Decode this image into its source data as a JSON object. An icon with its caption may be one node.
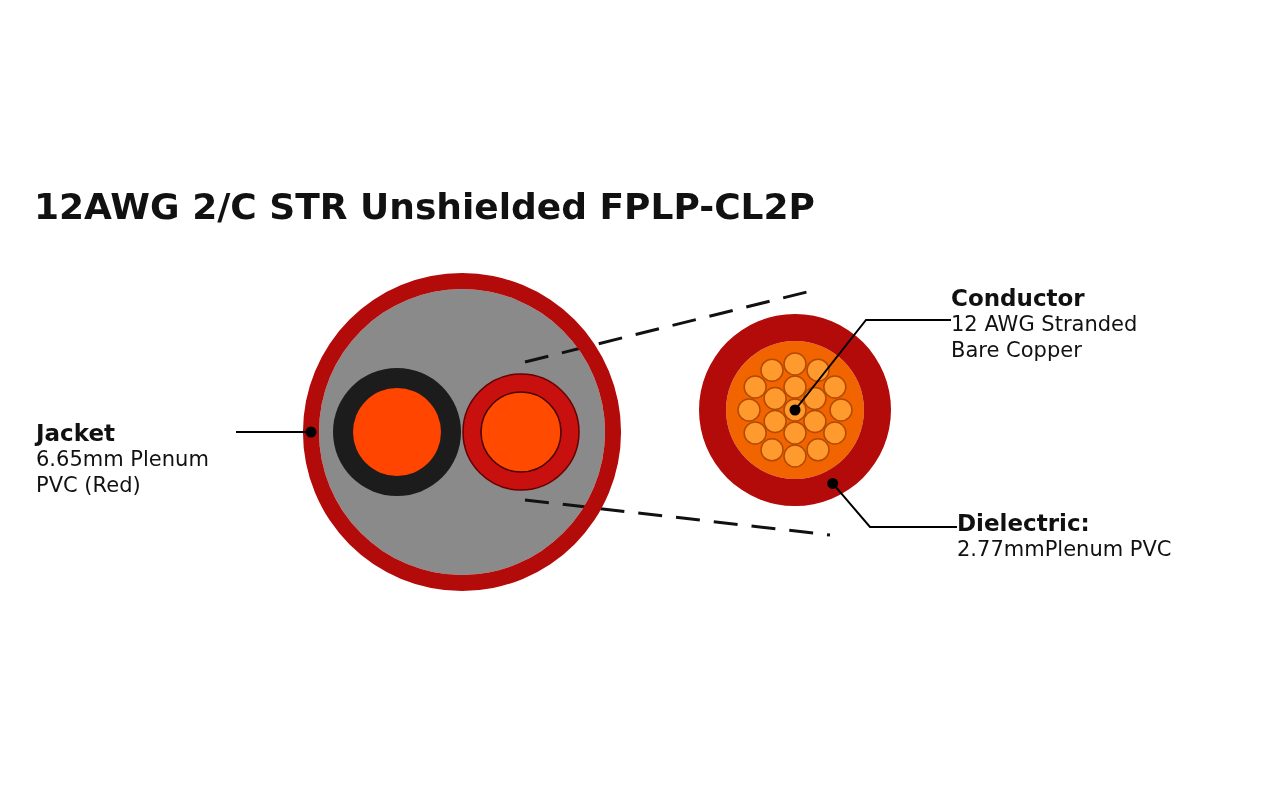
{
  "diagram": {
    "title": "12AWG 2/C STR Unshielded FPLP-CL2P",
    "nodes": [
      {
        "text": [
          "Jacket",
          "6.65mm Plenum PVC (Red)"
        ]
      },
      {
        "text": [],
        "shape": "circle"
      },
      {
        "text": [
          "Conductor",
          "12 AWG Stranded Bare Copper"
        ]
      },
      {
        "text": [],
        "shape": "circle",
        "in": 5
      },
      {
        "text": [
          "Dielectric:",
          "2.77mmPlenum PVC"
        ]
      },
      {
        "text": [],
        "shape": "circle"
      }
    ],
    "edges": [
      {
        "from": 0,
        "to": 1,
        "arrow": "other"
      },
      {
        "from": 2,
        "to": 3,
        "arrow": "other"
      },
      {
        "from": 4,
        "to": 5,
        "arrow": "other"
      }
    ]
  }
}
